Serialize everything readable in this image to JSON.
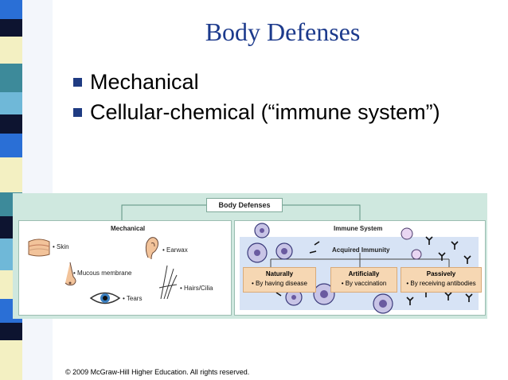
{
  "slide": {
    "title": "Body Defenses",
    "bullets": [
      "Mechanical",
      "Cellular-chemical (“immune system”)"
    ],
    "footer": "© 2009 McGraw-Hill Higher Education. All rights reserved."
  },
  "figure": {
    "title": "Body Defenses",
    "mechanical": {
      "heading": "Mechanical",
      "items": [
        "• Skin",
        "• Earwax",
        "• Mucous membrane",
        "• Hairs/Cilia",
        "• Tears"
      ]
    },
    "immune": {
      "heading": "Immune System",
      "acquired": "Acquired Immunity",
      "boxes": [
        {
          "title": "Naturally",
          "sub": "• By having disease"
        },
        {
          "title": "Artificially",
          "sub": "• By vaccination"
        },
        {
          "title": "Passively",
          "sub": "• By receiving antibodies"
        }
      ]
    }
  },
  "colors": {
    "title_blue": "#1c3a8c",
    "bullet_square": "#1f3b82",
    "figure_bg": "#cfe8df",
    "acquired_bg": "#d7e3f5",
    "box_fill": "#f6d7b3"
  }
}
